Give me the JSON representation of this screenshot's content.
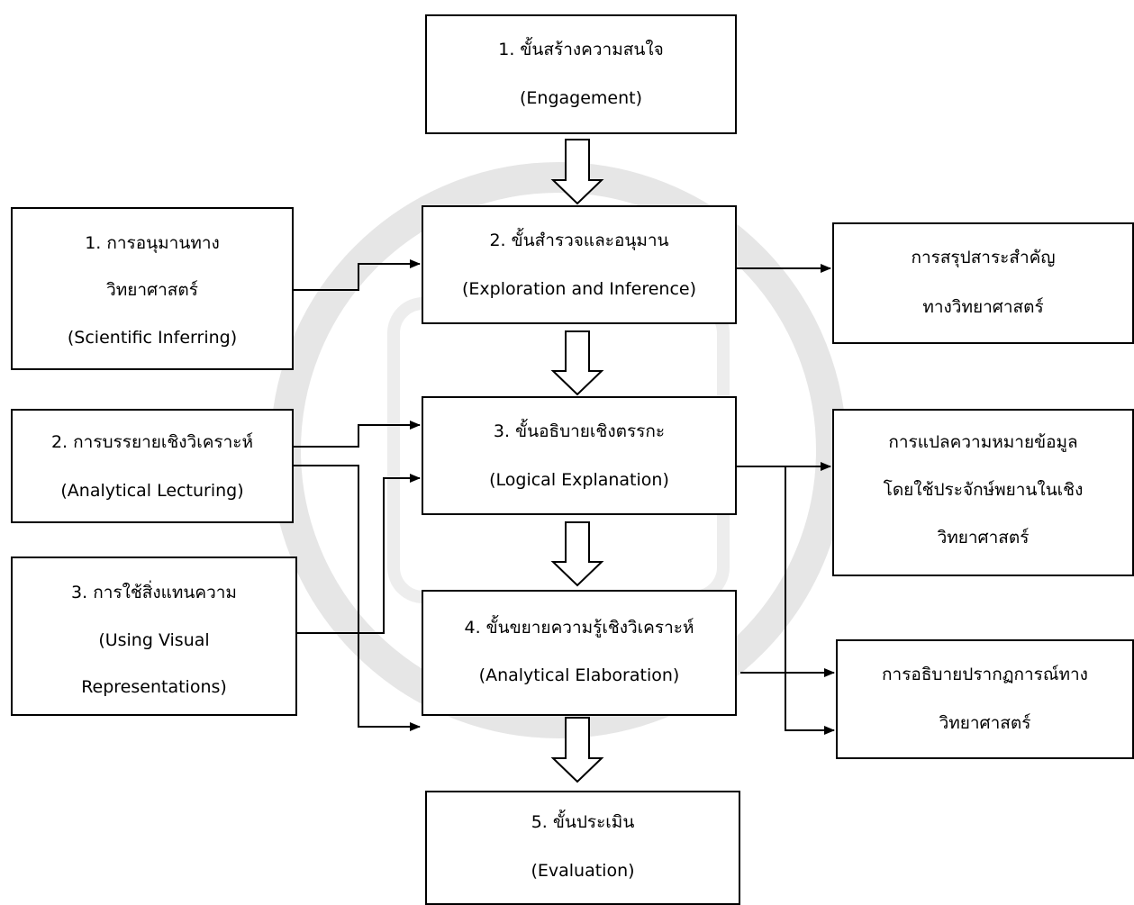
{
  "diagram": {
    "steps": [
      {
        "id": "engage",
        "lines": [
          "1. ขั้นสร้างความสนใจ",
          "(Engagement)"
        ]
      },
      {
        "id": "explore",
        "lines": [
          "2. ขั้นสำรวจและอนุมาน",
          "(Exploration and Inference)"
        ]
      },
      {
        "id": "explain",
        "lines": [
          "3. ขั้นอธิบายเชิงตรรกะ",
          "(Logical Explanation)"
        ]
      },
      {
        "id": "elaborate",
        "lines": [
          "4. ขั้นขยายความรู้เชิงวิเคราะห์",
          "(Analytical Elaboration)"
        ]
      },
      {
        "id": "evaluate",
        "lines": [
          "5. ขั้นประเมิน",
          "(Evaluation)"
        ]
      }
    ],
    "techniques": [
      {
        "id": "inferring",
        "lines": [
          "1. การอนุมานทาง",
          "วิทยาศาสตร์",
          "(Scientific Inferring)"
        ]
      },
      {
        "id": "lecturing",
        "lines": [
          "2. การบรรยายเชิงวิเคราะห์",
          "(Analytical Lecturing)"
        ]
      },
      {
        "id": "visual",
        "lines": [
          "3. การใช้สิ่งแทนความ",
          "(Using Visual",
          "Representations)"
        ]
      }
    ],
    "outcomes": [
      {
        "id": "summary",
        "lines": [
          "การสรุปสาระสำคัญ",
          "ทางวิทยาศาสตร์"
        ]
      },
      {
        "id": "interpret",
        "lines": [
          "การแปลความหมายข้อมูล",
          "โดยใช้ประจักษ์พยานในเชิง",
          "วิทยาศาสตร์"
        ]
      },
      {
        "id": "phenomena",
        "lines": [
          "การอธิบายปรากฏการณ์ทาง",
          "วิทยาศาสตร์"
        ]
      }
    ],
    "colors": {
      "stroke": "#000000",
      "background": "#ffffff",
      "watermark": "#e6e6e6"
    }
  }
}
